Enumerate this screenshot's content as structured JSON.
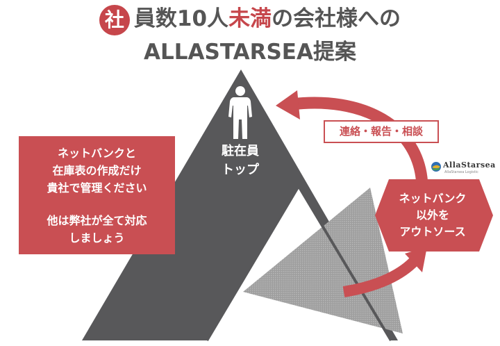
{
  "title": {
    "badge": "社",
    "line1_part1": "員数10人",
    "line1_accent": "未満",
    "line1_part2": "の会社様への",
    "line2": "ALLASTARSEA提案"
  },
  "pyramid": {
    "top_label_line1": "駐在員",
    "top_label_line2": "トップ"
  },
  "left_box": {
    "lines": [
      "ネットバンクと",
      "在庫表の作成だけ",
      "貴社で管理ください"
    ],
    "lines2": [
      "他は弊社が全て対応",
      "しましょう"
    ]
  },
  "hexagon": {
    "lines": [
      "ネットバンク",
      "以外を",
      "アウトソース"
    ]
  },
  "report_tag": "連絡・報告・相談",
  "logo": {
    "name": "AllaStarsea",
    "tagline": "AllaStarsea Logistic"
  },
  "colors": {
    "accent": "#c6464b",
    "pyramid": "#58585a",
    "grey_triangle": "#a6a6a6"
  }
}
